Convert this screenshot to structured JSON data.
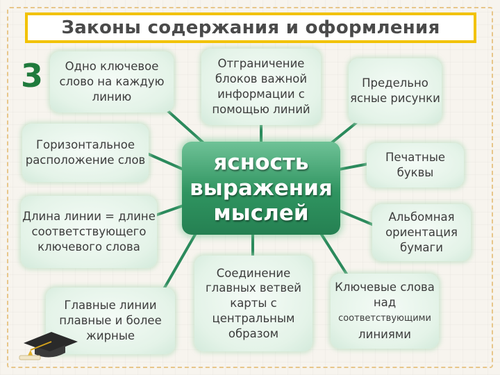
{
  "slide": {
    "title": "Законы содержания и оформления",
    "number": "3"
  },
  "center": {
    "text": "ясность\nвыражения\nмыслей"
  },
  "nodes": {
    "one_keyword": "Одно ключевое слово на каждую линию",
    "horizontal": "Горизонтальное расположение слов",
    "line_length_a": "Длина линии = длине",
    "line_length_b": "соответствующего",
    "line_length_c": "ключевого слова",
    "main_lines": "Главные линии плавные и более жирные",
    "limit_blocks": "Отграничение блоков важной информации с помощью линий",
    "clear_pictures": "Предельно ясные рисунки",
    "printed_letters": "Печатные буквы",
    "landscape": "Альбомная ориентация бумаги",
    "connection": "Соединение главных ветвей карты с центральным образом",
    "keywords_a": "Ключевые слова над",
    "keywords_b": "соответствующими",
    "keywords_c": "линиями"
  },
  "colors": {
    "title_border": "#f2c200",
    "connector": "#2b8a5c",
    "center_fill": "#2f9460",
    "number": "#1f7a3c"
  },
  "icons": {
    "decoration": "graduation-cap-icon"
  }
}
